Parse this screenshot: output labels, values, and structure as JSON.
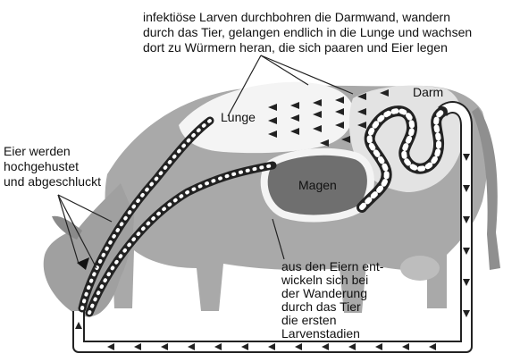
{
  "colors": {
    "cow_fill": "#a9a9a9",
    "cow_dark": "#8f8f8f",
    "lung_fill": "#f4f4f4",
    "stomach_fill": "#6f6f6f",
    "tract_border": "#222222",
    "arrow_fill": "#222222"
  },
  "labels": {
    "larvae_annotation": [
      "infektiöse Larven durchbohren die Darmwand, wandern",
      "durch das Tier, gelangen endlich in die Lunge und wachsen",
      "dort zu Würmern heran, die sich paaren und Eier legen"
    ],
    "eggs_annotation": [
      "Eier werden",
      "hochgehustet",
      "und abgeschluckt"
    ],
    "stages_annotation": [
      "aus den Eiern ent-",
      "wickeln sich bei",
      "der Wanderung",
      "durch das Tier",
      "die ersten",
      "Larvenstadien"
    ],
    "lung": "Lunge",
    "stomach": "Magen",
    "intestine": "Darm"
  }
}
